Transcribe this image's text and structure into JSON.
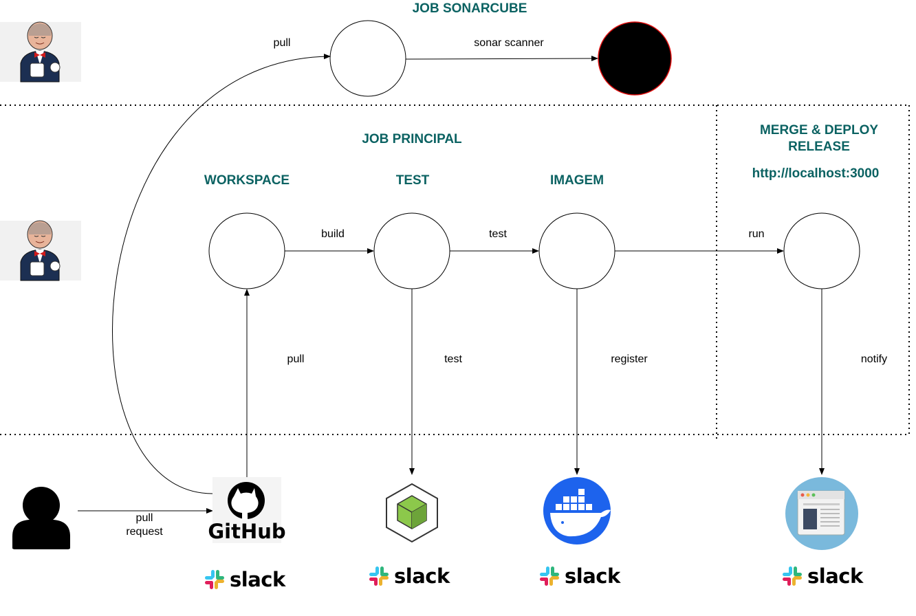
{
  "headers": {
    "job_sonarcube": "JOB SONARCUBE",
    "job_principal": "JOB PRINCIPAL",
    "workspace": "WORKSPACE",
    "test": "TEST",
    "imagem": "IMAGEM",
    "merge_deploy": "MERGE & DEPLOY RELEASE",
    "localhost": "http://localhost:3000"
  },
  "edges": {
    "pull_top": "pull",
    "sonar_scanner": "sonar scanner",
    "build": "build",
    "test": "test",
    "run": "run",
    "pull_github": "pull",
    "test_down": "test",
    "register": "register",
    "notify": "notify",
    "pull_request": "pull\nrequest"
  },
  "logos": {
    "github": "GitHub",
    "slack": "slack"
  },
  "icons": {
    "jenkins": "jenkins-butler-icon",
    "user": "user-icon",
    "github": "github-octocat-icon",
    "nodejs": "nodejs-hexagon-icon",
    "docker": "docker-whale-icon",
    "browser": "browser-window-icon",
    "slack": "slack-hash-icon"
  },
  "colors": {
    "header_teal": "#0b6262",
    "sonar_fill": "#000000",
    "sonar_ring": "#e01010",
    "docker_blue": "#1d63ed",
    "browser_circle": "#7ab9dc",
    "node_green": "#8cc84b"
  }
}
